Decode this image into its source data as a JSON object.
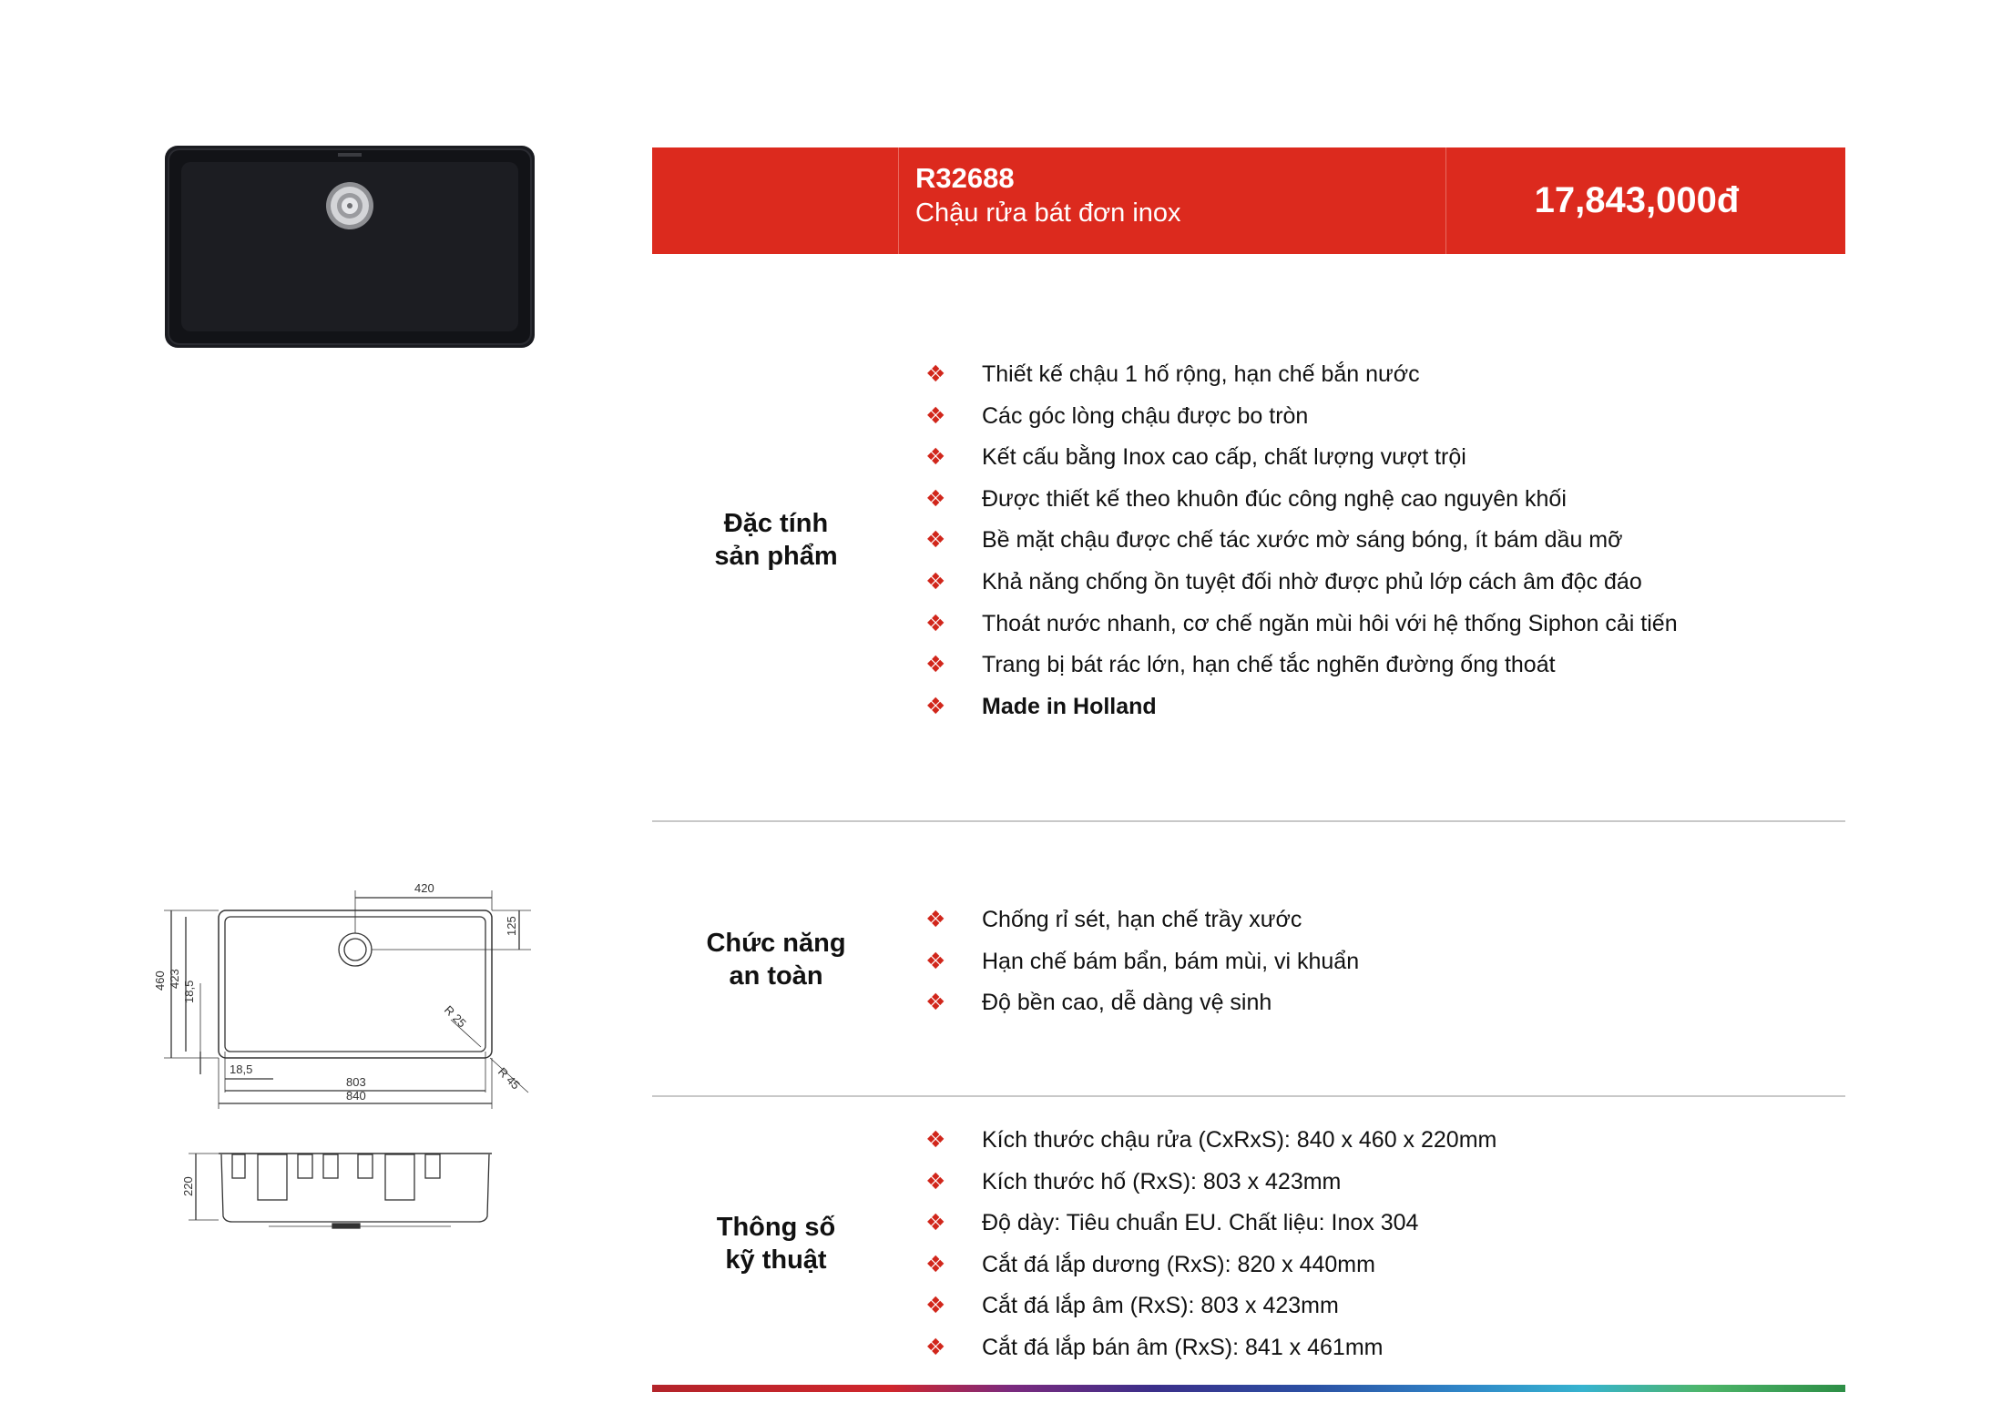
{
  "header": {
    "code": "R32688",
    "product_name": "Chậu rửa bát đơn inox",
    "price": "17,843,000đ"
  },
  "colors": {
    "accent": "#dc2a1e",
    "bullet": "#d1261b"
  },
  "bullet_icon": "diamond-bullet-icon",
  "sections": [
    {
      "label_line1": "Đặc tính",
      "label_line2": "sản phẩm",
      "items": [
        "Thiết kế chậu 1 hố rộng, hạn chế bắn nước",
        "Các góc lòng chậu được bo tròn",
        "Kết cấu bằng Inox cao cấp, chất lượng vượt trội",
        "Được thiết kế theo khuôn đúc công nghệ cao nguyên khối",
        "Bề mặt chậu được chế tác xước mờ sáng bóng, ít bám dầu mỡ",
        "Khả năng chống ồn tuyệt đối nhờ được phủ lớp cách âm độc đáo",
        "Thoát nước nhanh, cơ chế ngăn mùi hôi với hệ thống Siphon cải tiến",
        "Trang bị bát rác lớn, hạn chế tắc nghẽn đường ống thoát",
        "Made in Holland"
      ]
    },
    {
      "label_line1": "Chức năng",
      "label_line2": "an toàn",
      "items": [
        "Chống rỉ sét, hạn chế trầy xước",
        "Hạn chế bám bẩn, bám mùi, vi khuẩn",
        "Độ bền cao, dễ dàng vệ sinh"
      ]
    },
    {
      "label_line1": "Thông số",
      "label_line2": "kỹ thuật",
      "items": [
        "Kích thước chậu rửa (CxRxS): 840 x 460 x 220mm",
        "Kích thước hố (RxS): 803 x 423mm",
        "Độ dày: Tiêu chuẩn EU. Chất liệu: Inox 304",
        "Cắt đá lắp dương (RxS): 820 x 440mm",
        "Cắt đá lắp âm (RxS): 803 x 423mm",
        "Cắt đá lắp bán âm (RxS): 841 x 461mm"
      ]
    }
  ],
  "drawing": {
    "dim_420": "420",
    "dim_125": "125",
    "dim_460": "460",
    "dim_423": "423",
    "dim_18_5_v": "18,5",
    "dim_18_5_h": "18,5",
    "dim_803": "803",
    "dim_840": "840",
    "radius_25": "R 25",
    "radius_45": "R 45",
    "dim_220": "220"
  }
}
